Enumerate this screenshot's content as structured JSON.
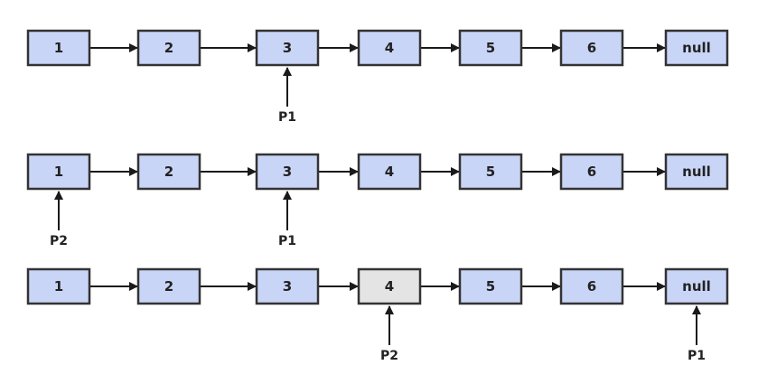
{
  "colors": {
    "node_fill": "#c9d5f7",
    "highlight_fill": "#e4e4e4",
    "border": "#333333",
    "arrow": "#1a1a1a",
    "text": "#222222"
  },
  "rows": [
    {
      "nodes": [
        {
          "label": "1",
          "highlight": false
        },
        {
          "label": "2",
          "highlight": false
        },
        {
          "label": "3",
          "highlight": false
        },
        {
          "label": "4",
          "highlight": false
        },
        {
          "label": "5",
          "highlight": false
        },
        {
          "label": "6",
          "highlight": false
        },
        {
          "label": "null",
          "highlight": false
        }
      ],
      "pointers": [
        {
          "label": "P1",
          "target": 2
        }
      ]
    },
    {
      "nodes": [
        {
          "label": "1",
          "highlight": false
        },
        {
          "label": "2",
          "highlight": false
        },
        {
          "label": "3",
          "highlight": false
        },
        {
          "label": "4",
          "highlight": false
        },
        {
          "label": "5",
          "highlight": false
        },
        {
          "label": "6",
          "highlight": false
        },
        {
          "label": "null",
          "highlight": false
        }
      ],
      "pointers": [
        {
          "label": "P2",
          "target": 0
        },
        {
          "label": "P1",
          "target": 2
        }
      ]
    },
    {
      "nodes": [
        {
          "label": "1",
          "highlight": false
        },
        {
          "label": "2",
          "highlight": false
        },
        {
          "label": "3",
          "highlight": false
        },
        {
          "label": "4",
          "highlight": true
        },
        {
          "label": "5",
          "highlight": false
        },
        {
          "label": "6",
          "highlight": false
        },
        {
          "label": "null",
          "highlight": false
        }
      ],
      "pointers": [
        {
          "label": "P2",
          "target": 3
        },
        {
          "label": "P1",
          "target": 6
        }
      ]
    }
  ]
}
